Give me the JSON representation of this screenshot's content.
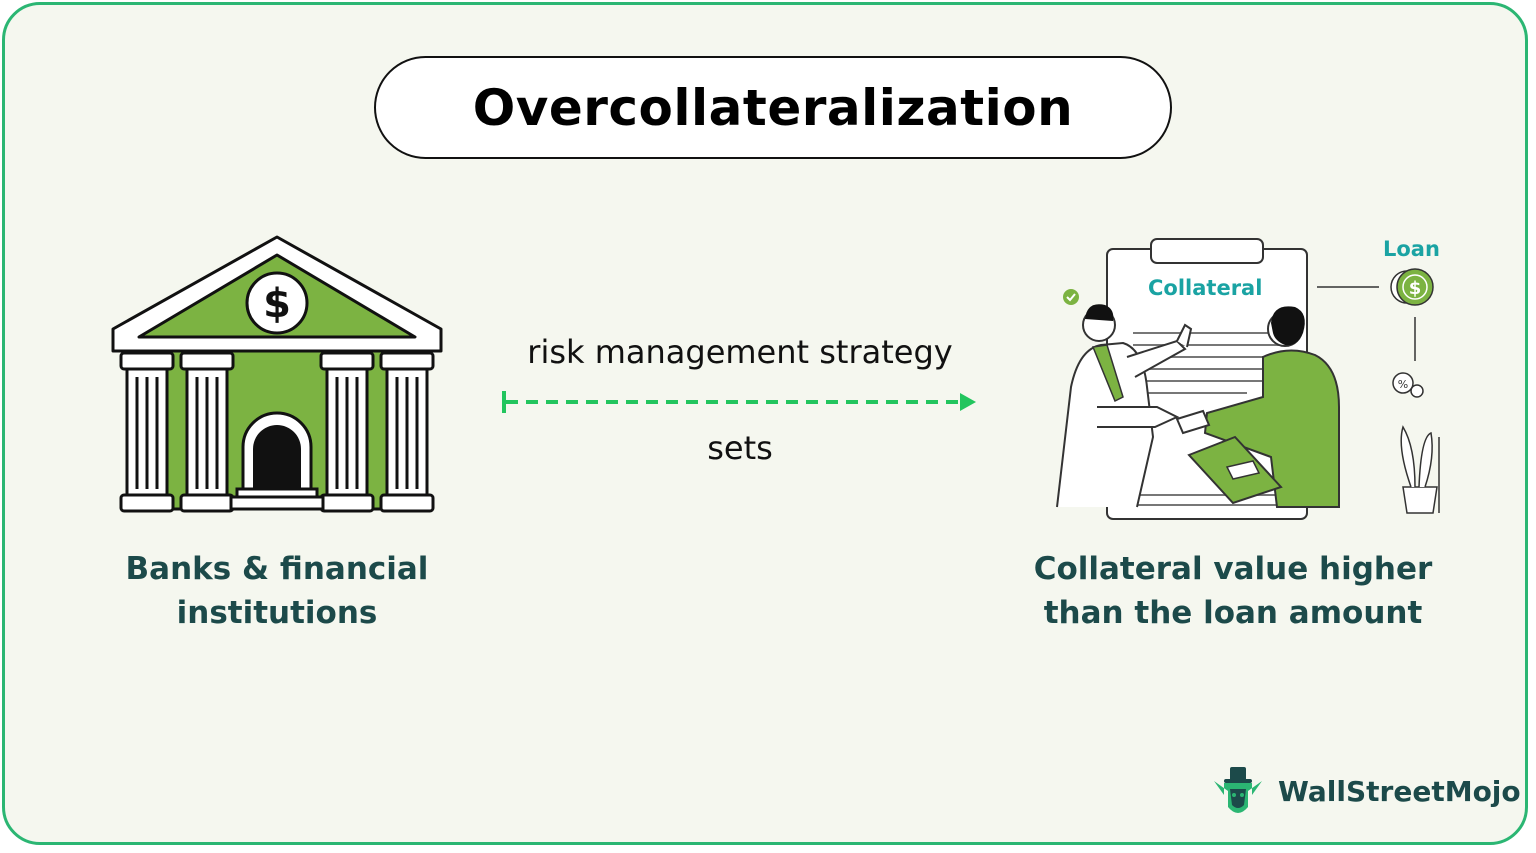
{
  "title": "Overcollateralization",
  "arrow": {
    "label_top": "risk management strategy",
    "label_bottom": "sets"
  },
  "left": {
    "caption_line1": "Banks & financial",
    "caption_line2": "institutions",
    "icon": "bank-icon"
  },
  "right": {
    "caption_line1": "Collateral value higher",
    "caption_line2": "than the loan amount",
    "document_label": "Collateral",
    "loan_label": "Loan",
    "icon": "handshake-illustration"
  },
  "brand": {
    "name": "WallStreetMojo",
    "icon": "mojo-logo-icon"
  },
  "colors": {
    "accent_green": "#7cb342",
    "arrow_green": "#22c55e",
    "border_green": "#2bb673",
    "teal_text": "#1aa3a3",
    "caption_text": "#1c4a4a"
  }
}
